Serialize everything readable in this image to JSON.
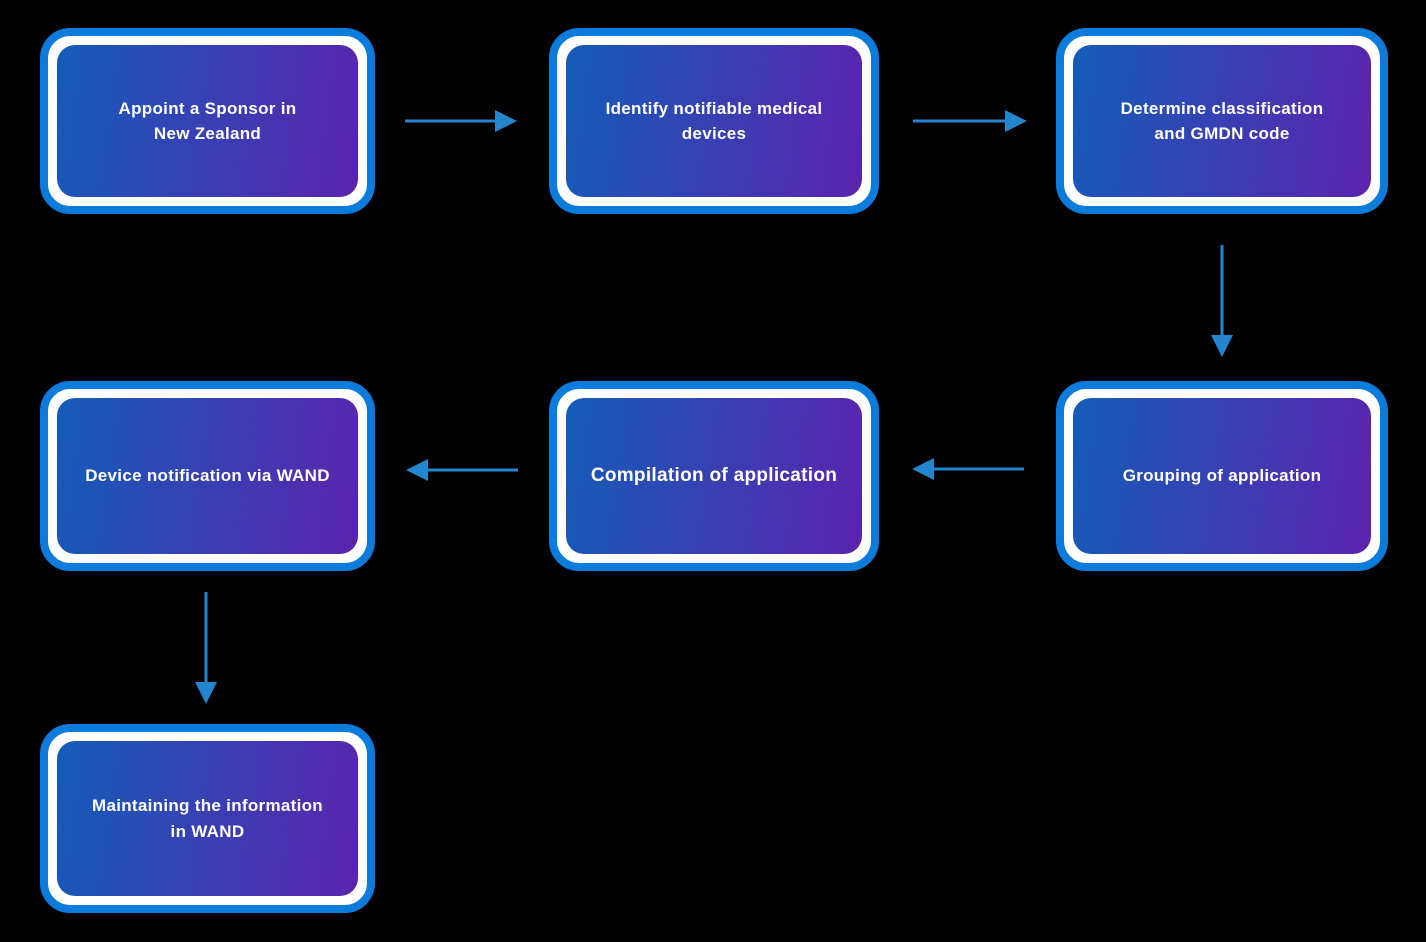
{
  "colors": {
    "background": "#000000",
    "box_border": "#0b7bdc",
    "box_ring": "#ffffff",
    "gradient_start": "#145cb8",
    "gradient_end": "#5c23ae",
    "arrow": "#2386ce",
    "text": "#ffffff"
  },
  "flowchart": {
    "nodes": [
      {
        "id": "appoint-sponsor",
        "label": "Appoint a Sponsor in\nNew Zealand"
      },
      {
        "id": "identify-devices",
        "label": "Identify notifiable medical\ndevices"
      },
      {
        "id": "determine-classification",
        "label": "Determine classification\nand GMDN code"
      },
      {
        "id": "grouping-application",
        "label": "Grouping of application"
      },
      {
        "id": "compilation-application",
        "label": "Compilation of application"
      },
      {
        "id": "device-notification-wand",
        "label": "Device notification via WAND"
      },
      {
        "id": "maintaining-wand",
        "label": "Maintaining the information\nin WAND"
      }
    ],
    "connections": [
      {
        "from": "appoint-sponsor",
        "to": "identify-devices",
        "direction": "right"
      },
      {
        "from": "identify-devices",
        "to": "determine-classification",
        "direction": "right"
      },
      {
        "from": "determine-classification",
        "to": "grouping-application",
        "direction": "down"
      },
      {
        "from": "grouping-application",
        "to": "compilation-application",
        "direction": "left"
      },
      {
        "from": "compilation-application",
        "to": "device-notification-wand",
        "direction": "left"
      },
      {
        "from": "device-notification-wand",
        "to": "maintaining-wand",
        "direction": "down"
      }
    ]
  }
}
